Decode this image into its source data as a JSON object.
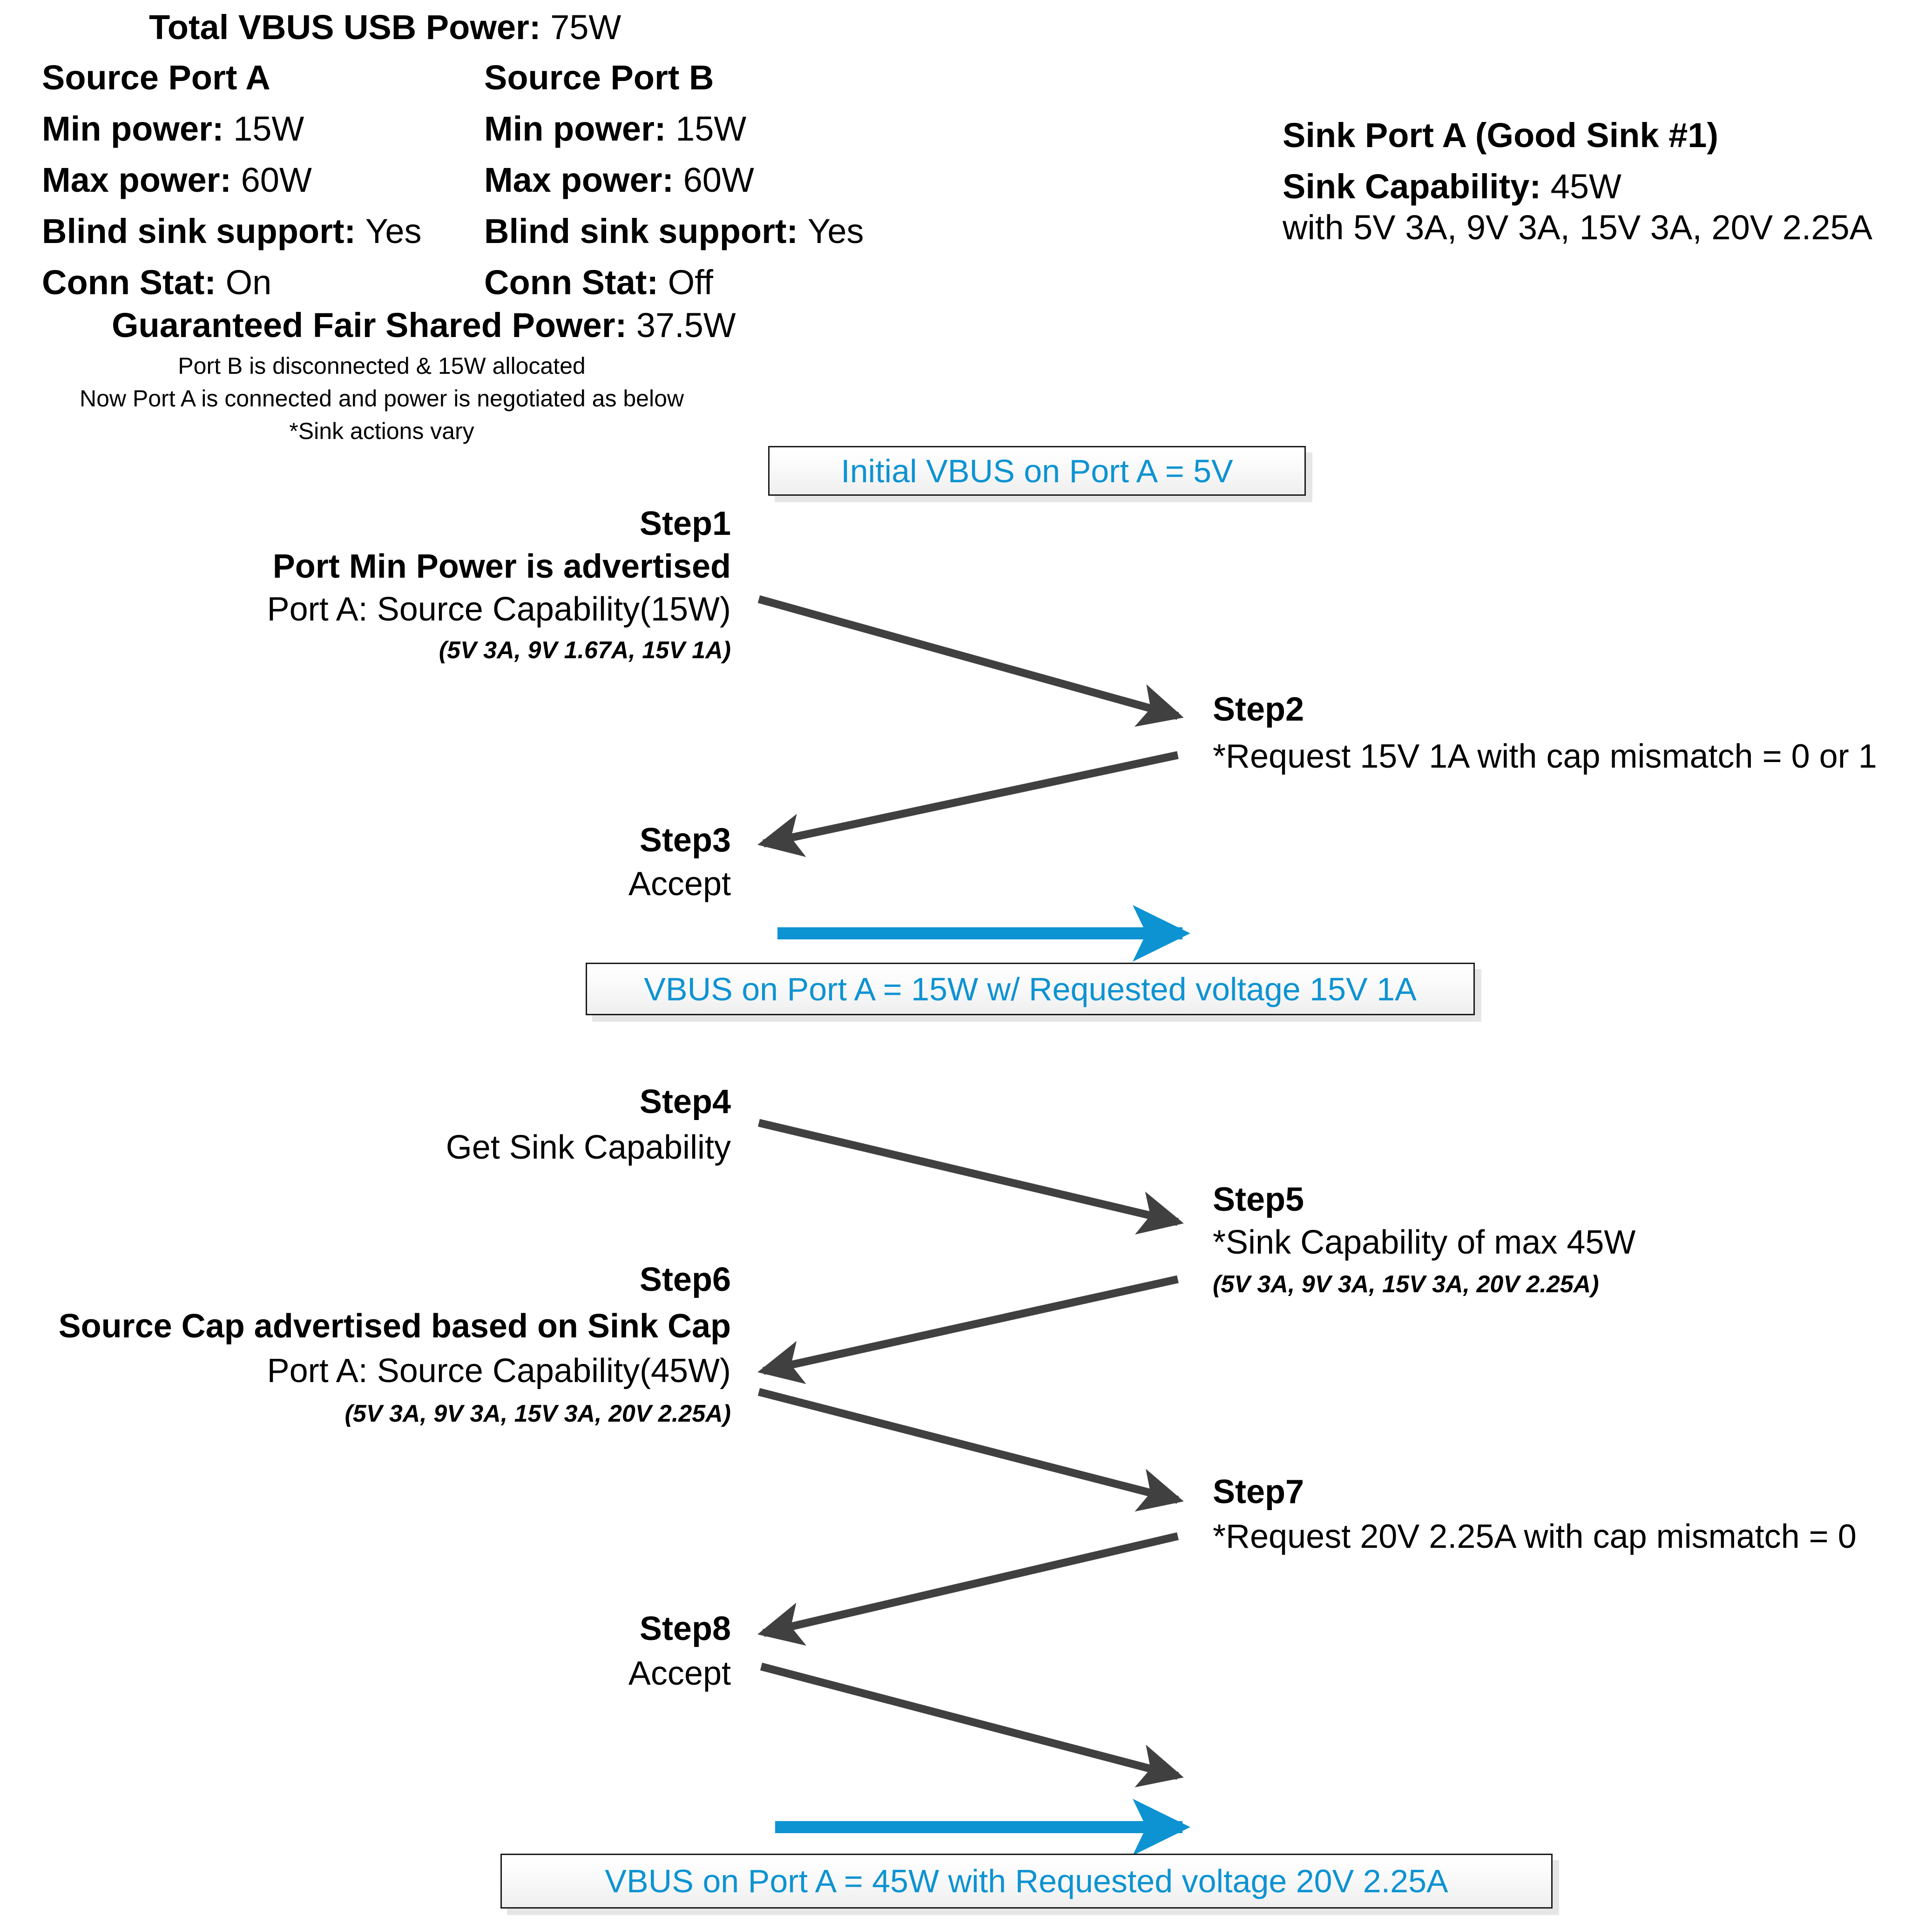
{
  "colors": {
    "accent_blue": "#0d93d2",
    "arrow_gray": "#404040",
    "text_black": "#000000",
    "box_border": "#1a1a1a",
    "box_shadow": "#e6e6e6"
  },
  "header": {
    "total_power_label": "Total VBUS USB Power:",
    "total_power_value": "75W",
    "source_port_a": {
      "title": "Source Port A",
      "rows": [
        {
          "label": "Min power:",
          "value": "15W"
        },
        {
          "label": "Max power:",
          "value": "60W"
        },
        {
          "label": "Blind sink support:",
          "value": "Yes"
        },
        {
          "label": "Conn Stat:",
          "value": "On"
        }
      ]
    },
    "source_port_b": {
      "title": "Source Port B",
      "rows": [
        {
          "label": "Min power:",
          "value": "15W"
        },
        {
          "label": "Max power:",
          "value": "60W"
        },
        {
          "label": "Blind sink support:",
          "value": "Yes"
        },
        {
          "label": "Conn Stat:",
          "value": "Off"
        }
      ]
    },
    "sink_port_a": {
      "title": "Sink Port A (Good Sink #1)",
      "capability_label": "Sink Capability:",
      "capability_value": "45W",
      "pdos": "with 5V 3A, 9V 3A, 15V 3A, 20V 2.25A"
    },
    "fair_share_label": "Guaranteed Fair Shared Power:",
    "fair_share_value": "37.5W",
    "notes": [
      "Port B is disconnected & 15W allocated",
      "Now Port A is connected and power is negotiated as below",
      "*Sink actions vary"
    ]
  },
  "callouts": {
    "initial_vbus": "Initial VBUS on Port A = 5V",
    "result_1": "VBUS on Port A = 15W w/ Requested voltage 15V 1A",
    "result_2": "VBUS on Port A = 45W with Requested voltage 20V 2.25A"
  },
  "steps": [
    {
      "id": "step1",
      "name": "Step1",
      "bold_line": "Port Min Power is advertised",
      "line": "Port A: Source Capability(15W)",
      "paren": "(5V 3A, 9V 1.67A, 15V 1A)"
    },
    {
      "id": "step2",
      "name": "Step2",
      "line": "*Request 15V 1A with cap mismatch = 0 or 1"
    },
    {
      "id": "step3",
      "name": "Step3",
      "line": "Accept"
    },
    {
      "id": "step4",
      "name": "Step4",
      "line": "Get Sink Capability"
    },
    {
      "id": "step5",
      "name": "Step5",
      "line": "*Sink Capability of max 45W",
      "paren": "(5V 3A, 9V 3A, 15V 3A, 20V 2.25A)"
    },
    {
      "id": "step6",
      "name": "Step6",
      "bold_line": "Source Cap advertised based on Sink Cap",
      "line": "Port A: Source Capability(45W)",
      "paren": "(5V 3A, 9V 3A, 15V 3A, 20V 2.25A)"
    },
    {
      "id": "step7",
      "name": "Step7",
      "line": "*Request 20V 2.25A with cap mismatch = 0"
    },
    {
      "id": "step8",
      "name": "Step8",
      "line": "Accept"
    }
  ]
}
